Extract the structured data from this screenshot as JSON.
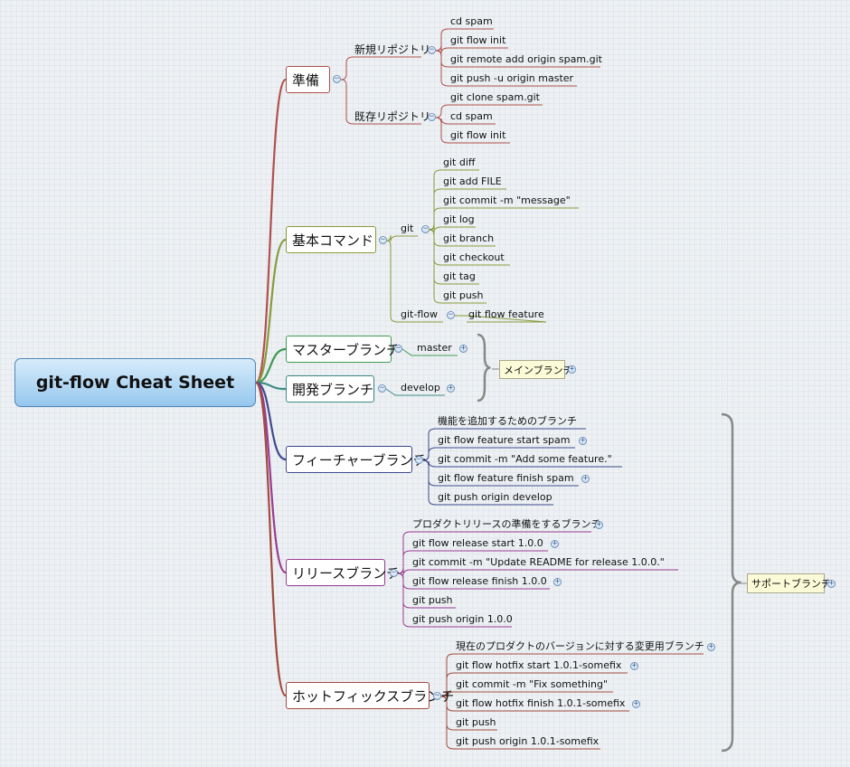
{
  "title": "git-flow Cheat Sheet",
  "groups": {
    "main_branch": "メインブランチ",
    "support_branch": "サポートブランチ"
  },
  "topics": {
    "junbi": {
      "label": "準備",
      "new_repo": {
        "label": "新規リポジトリ",
        "items": [
          "cd spam",
          "git flow init",
          "git remote add origin spam.git",
          "git push -u origin master"
        ]
      },
      "existing_repo": {
        "label": "既存リポジトリ",
        "items": [
          "git clone spam.git",
          "cd spam",
          "git flow init"
        ]
      }
    },
    "basic": {
      "label": "基本コマンド",
      "git": {
        "label": "git",
        "items": [
          "git diff",
          "git add FILE",
          "git commit -m \"message\"",
          "git log",
          "git branch",
          "git checkout",
          "git tag",
          "git push"
        ]
      },
      "gitflow": {
        "label": "git-flow",
        "items": [
          "git flow feature"
        ]
      }
    },
    "master_branch": {
      "label": "マスターブランチ",
      "items": [
        "master"
      ]
    },
    "develop_branch": {
      "label": "開発ブランチ",
      "items": [
        "develop"
      ]
    },
    "feature": {
      "label": "フィーチャーブランチ",
      "items": [
        "機能を追加するためのブランチ",
        "git flow feature start spam",
        "git commit -m \"Add some feature.\"",
        "git flow feature finish spam",
        "git push origin develop"
      ]
    },
    "release": {
      "label": "リリースブランチ",
      "items": [
        "プロダクトリリースの準備をするブランチ",
        "git flow release start 1.0.0",
        "git commit -m \"Update README for release 1.0.0.\"",
        "git flow release finish 1.0.0",
        "git push",
        "git push origin 1.0.0"
      ]
    },
    "hotfix": {
      "label": "ホットフィックスブランチ",
      "items": [
        "現在のプロダクトのバージョンに対する変更用ブランチ",
        "git flow hotfix start 1.0.1-somefix",
        "git commit -m \"Fix something\"",
        "git flow hotfix finish 1.0.1-somefix",
        "git push",
        "git push origin 1.0.1-somefix"
      ]
    }
  },
  "colors": {
    "junbi": "#b0504a",
    "basic": "#8a9a3c",
    "master": "#3e9a52",
    "develop": "#3c8a86",
    "feature": "#3e4a8e",
    "release": "#9a3c92",
    "hotfix": "#a04a3e"
  },
  "icons": {
    "collapse": "minus-circle-icon",
    "expand": "plus-circle-icon",
    "brace": "curly-brace-icon"
  }
}
